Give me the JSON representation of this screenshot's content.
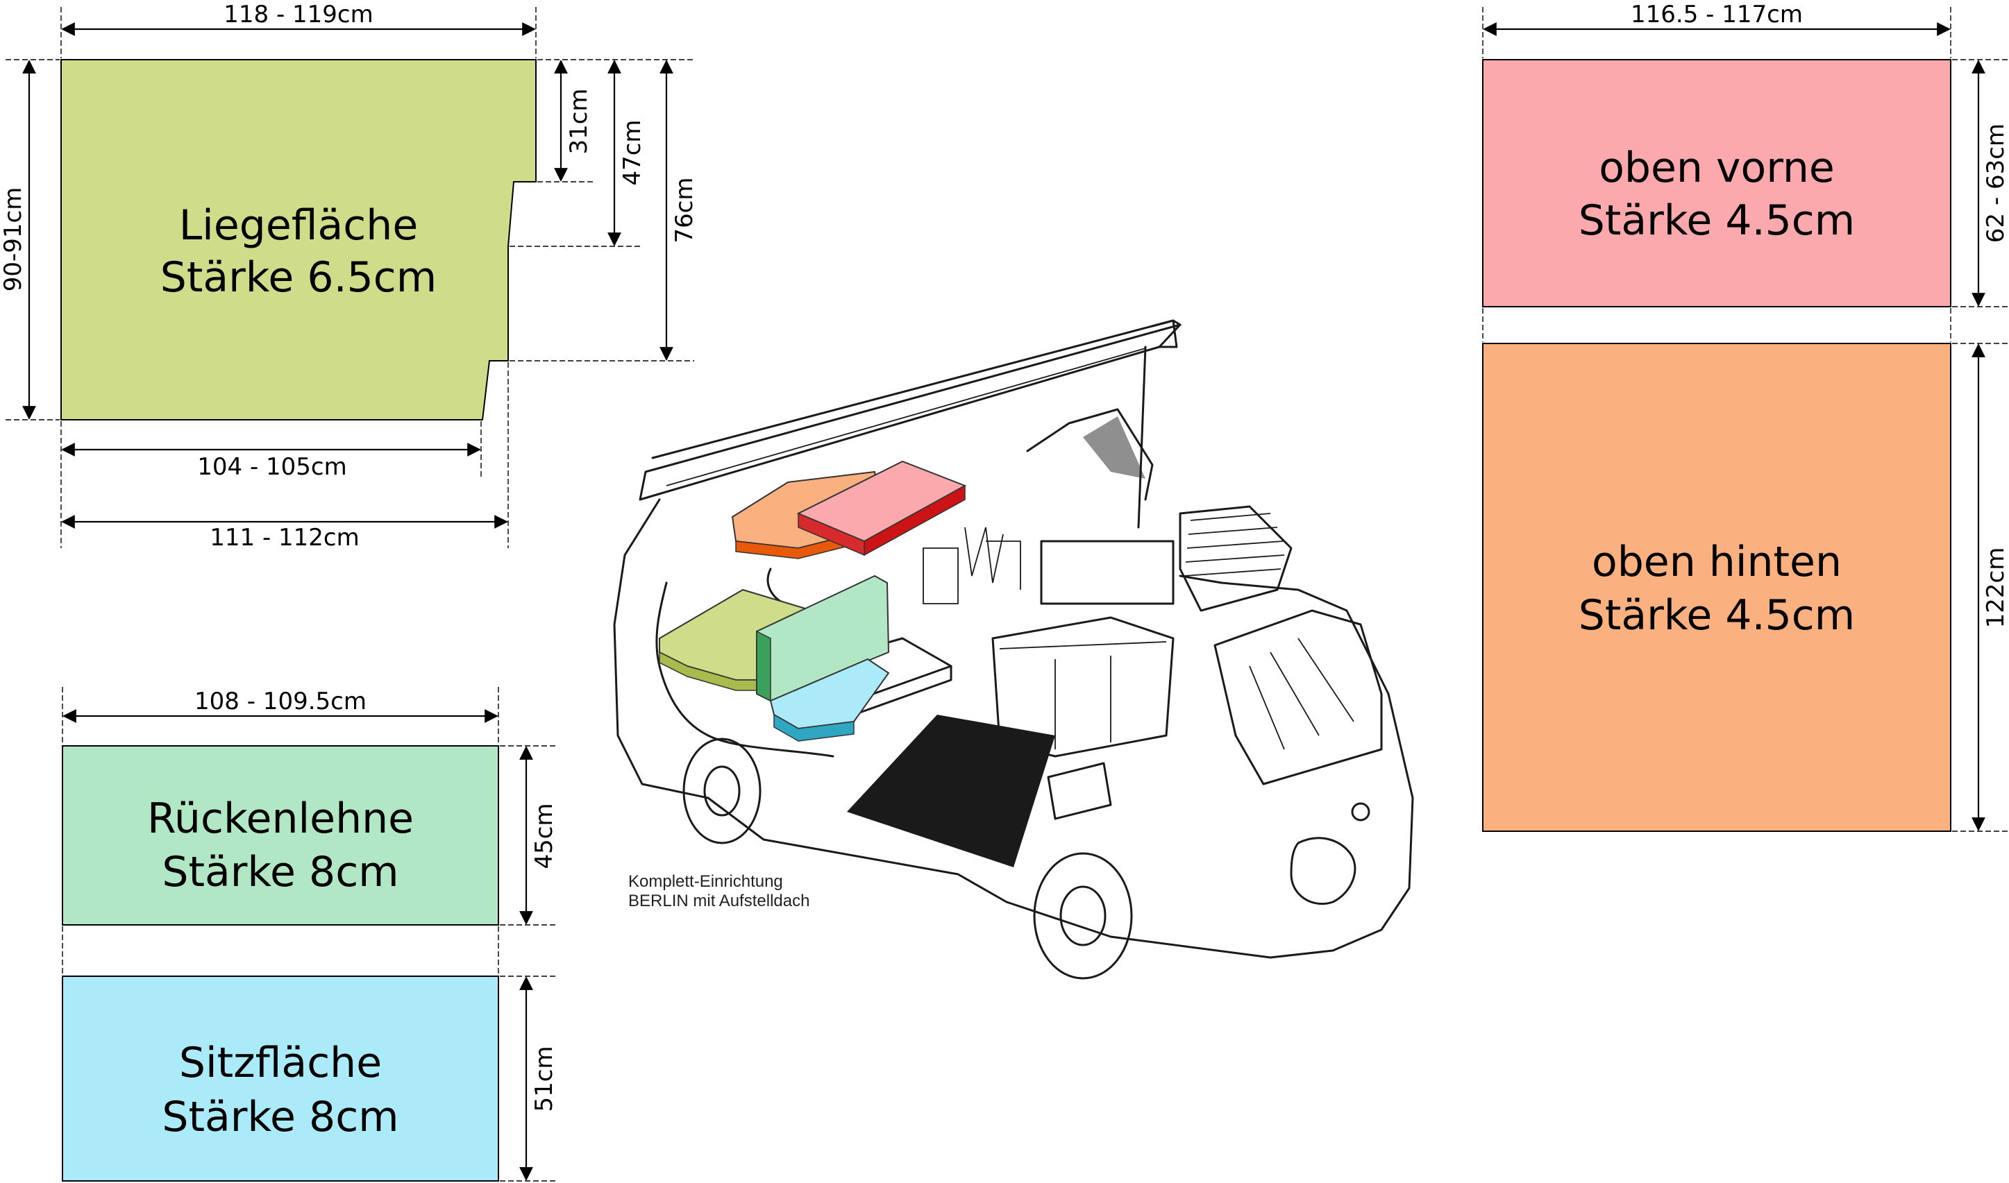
{
  "pieces": {
    "liegeflaeche": {
      "name": "Liegefläche",
      "thickness": "Stärke 6.5cm",
      "color": "#cfdd8a",
      "dims": {
        "top": "118 - 119cm",
        "left": "90-91cm",
        "notch1": "31cm",
        "notch2": "47cm",
        "notch3": "76cm",
        "bottom1": "104 - 105cm",
        "bottom2": "111 - 112cm"
      }
    },
    "rueckenlehne": {
      "name": "Rückenlehne",
      "thickness": "Stärke 8cm",
      "color": "#b1e7c5",
      "dims": {
        "top": "108 - 109.5cm",
        "right": "45cm"
      }
    },
    "sitzflaeche": {
      "name": "Sitzfläche",
      "thickness": "Stärke 8cm",
      "color": "#aaeaf9",
      "dims": {
        "right": "51cm"
      }
    },
    "oben_vorne": {
      "name": "oben vorne",
      "thickness": "Stärke 4.5cm",
      "color": "#fba9ac",
      "dims": {
        "top": "116.5 - 117cm",
        "right": "62 - 63cm"
      }
    },
    "oben_hinten": {
      "name": "oben hinten",
      "thickness": "Stärke 4.5cm",
      "color": "#fbb07f",
      "dims": {
        "right": "122cm"
      }
    }
  },
  "caption": {
    "line1": "Komplett-Einrichtung",
    "line2": "BERLIN mit Aufstelldach"
  }
}
